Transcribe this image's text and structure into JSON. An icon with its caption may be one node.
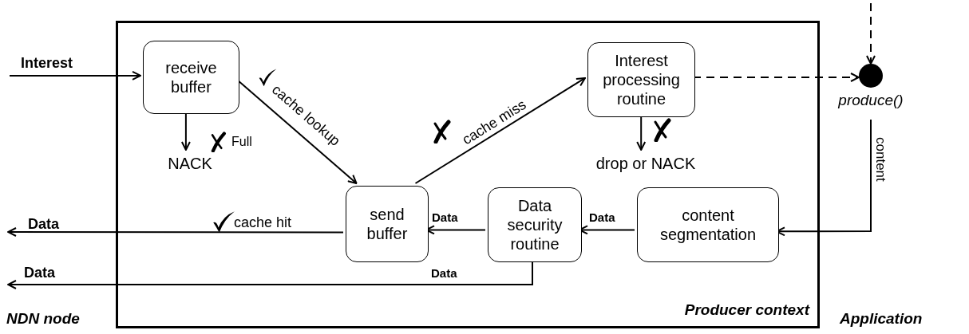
{
  "diagram": {
    "nodes": [
      {
        "text": [
          "Producer context"
        ]
      },
      {
        "text": [
          "receive buffer"
        ],
        "in": 0
      },
      {
        "text": [
          "NACK"
        ],
        "in": 0
      },
      {
        "text": [
          "send buffer"
        ],
        "in": 0
      },
      {
        "text": [
          "Interest processing routine"
        ],
        "in": 0
      },
      {
        "text": [
          "drop or NACK"
        ],
        "in": 0
      },
      {
        "text": [
          "Data security routine"
        ],
        "in": 0
      },
      {
        "text": [
          "content segmentation"
        ],
        "in": 0
      },
      {
        "text": [],
        "shape": "circle",
        "beside": [
          "produce()"
        ]
      }
    ],
    "edges": [
      {
        "from": null,
        "to": 1,
        "arrow": "to",
        "label": "Interest"
      },
      {
        "from": 1,
        "to": 2,
        "arrow": "to",
        "label": "Full"
      },
      {
        "from": 1,
        "to": 3,
        "arrow": "to",
        "label": "cache lookup"
      },
      {
        "from": 3,
        "to": 4,
        "arrow": "to",
        "label": "cache miss"
      },
      {
        "from": 4,
        "to": 5,
        "arrow": "to"
      },
      {
        "from": 4,
        "to": 8,
        "arrow": "to",
        "style": "dashed"
      },
      {
        "from": null,
        "to": 8,
        "arrow": "to",
        "style": "dashed"
      },
      {
        "from": 8,
        "to": 7,
        "arrow": "to",
        "label": "content"
      },
      {
        "from": 7,
        "to": 6,
        "arrow": "to",
        "label": "Data"
      },
      {
        "from": 6,
        "to": 3,
        "arrow": "to",
        "label": "Data"
      },
      {
        "from": 3,
        "to": null,
        "arrow": "to",
        "label": "cache hit"
      },
      {
        "from": 6,
        "to": null,
        "arrow": "to",
        "label": "Data"
      }
    ],
    "labels": [
      "Data",
      "Data",
      "NDN node",
      "Application"
    ]
  }
}
